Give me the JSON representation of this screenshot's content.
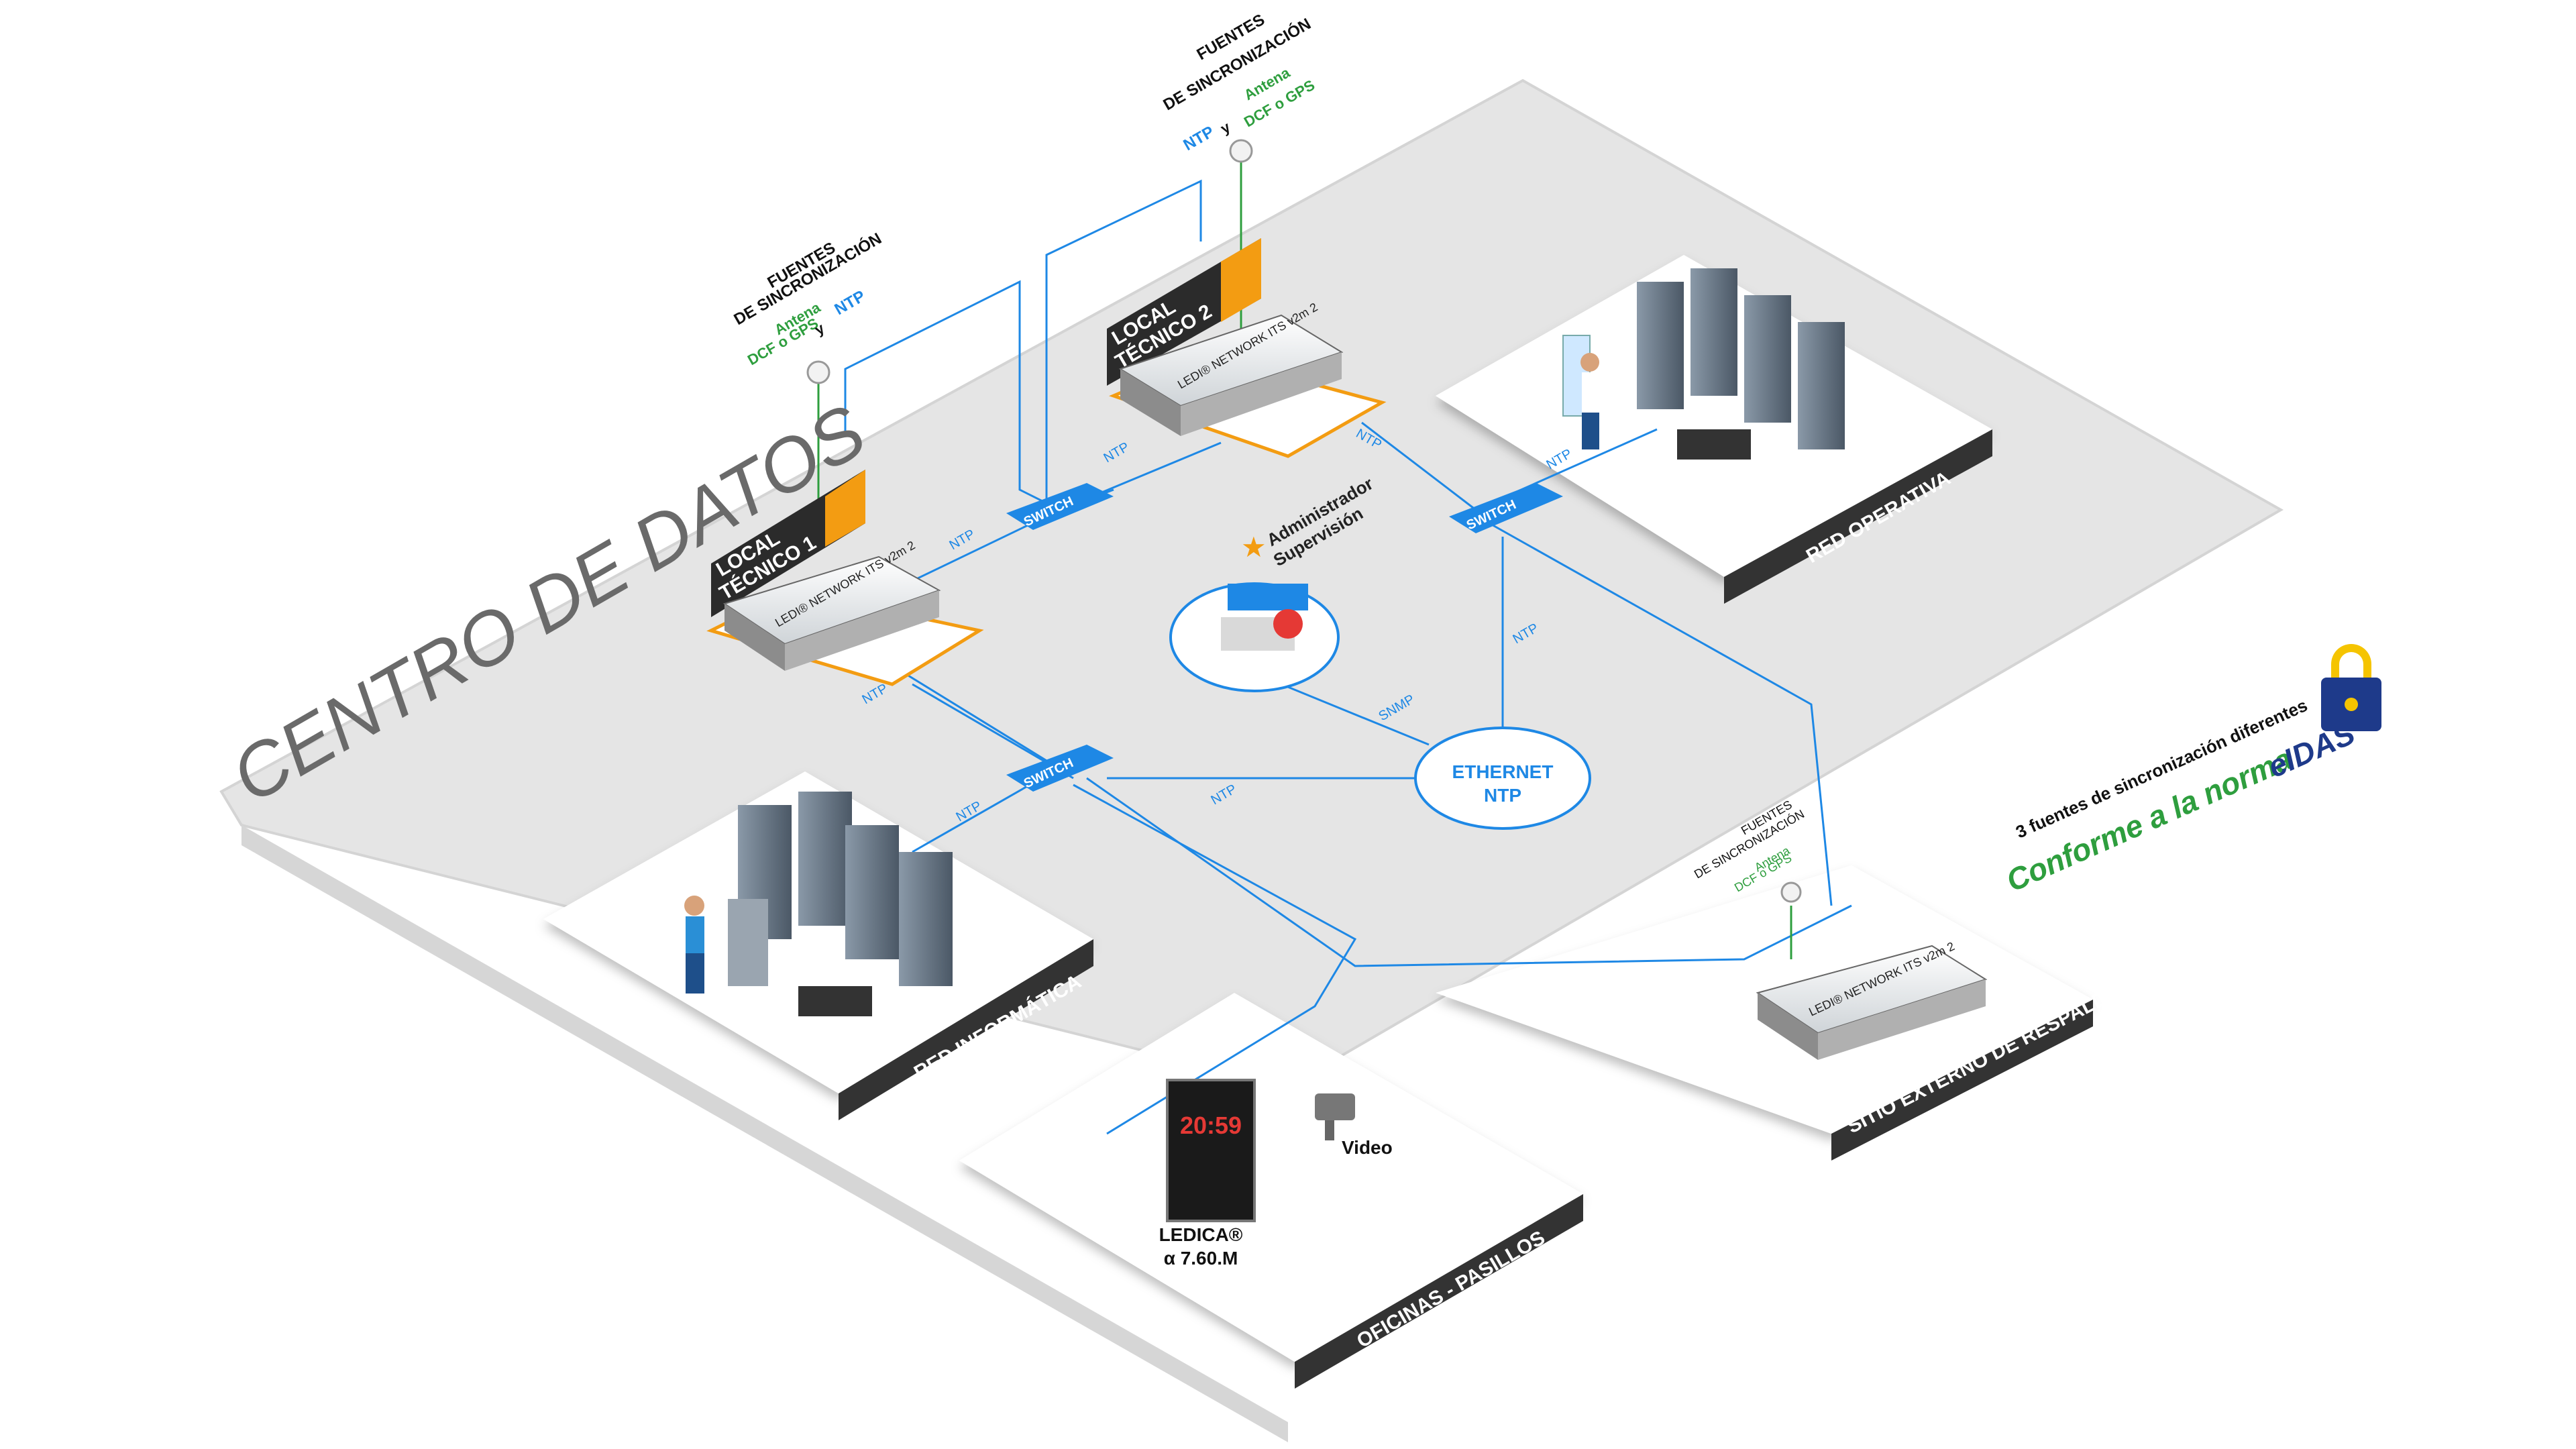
{
  "title_datacenter": "CENTRO DE DATOS",
  "local1": {
    "line1": "LOCAL",
    "line2": "TÉCNICO 1"
  },
  "local2": {
    "line1": "LOCAL",
    "line2": "TÉCNICO 2"
  },
  "device_label": "LEDI® NETWORK ITS v2m 2",
  "sync1": {
    "title1": "FUENTES",
    "title2": "DE SINCRONIZACIÓN",
    "antenna": "Antena",
    "dcf": "DCF o GPS",
    "y": "y",
    "ntp": "NTP"
  },
  "sync2": {
    "title1": "FUENTES",
    "title2": "DE SINCRONIZACIÓN",
    "ntp": "NTP",
    "y": "y",
    "antenna": "Antena",
    "dcf": "DCF o GPS"
  },
  "sync3": {
    "title1": "FUENTES",
    "title2": "DE SINCRONIZACIÓN",
    "antenna": "Antena",
    "dcf": "DCF o GPS"
  },
  "switch_label": "SWITCH",
  "ntp": "NTP",
  "snmp": "SNMP",
  "ethernet": {
    "line1": "ETHERNET",
    "line2": "NTP"
  },
  "admin": {
    "line1": "Administrador",
    "line2": "Supervisión"
  },
  "zones": {
    "red_operativa": "RED OPERATIVA",
    "red_informatica": "RED INFORMÁTICA",
    "oficinas": "OFICINAS - PASILLOS",
    "sitio_externo": "SITIO EXTERNO DE RESPALDO"
  },
  "ledica": {
    "line1": "LEDICA®",
    "line2": "α 7.60.M",
    "digits": "20:59"
  },
  "video": "Video",
  "eidas": {
    "line1": "3 fuentes de sincronización diferentes",
    "line2": "Conforme a la norma",
    "brand": "eIDAS"
  },
  "colors": {
    "ntp": "#1e88e5",
    "antenna": "#2e9e3e",
    "platform": "#e6e6e6",
    "orange": "#f39c12",
    "dark": "#2b2b2b"
  },
  "icons": [
    "antenna-icon",
    "switch-icon",
    "server-rack-icon",
    "technician-icon",
    "lock-icon",
    "star-icon",
    "camera-icon",
    "clock-display-icon"
  ]
}
